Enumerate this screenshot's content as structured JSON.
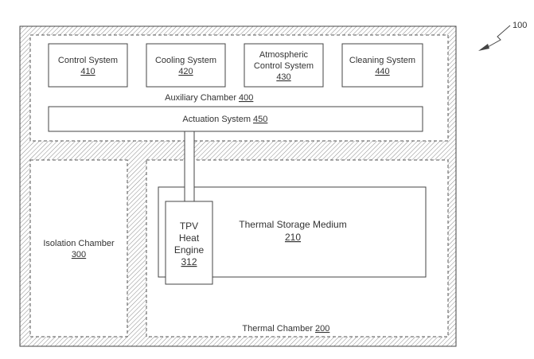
{
  "figure_ref": "100",
  "auxiliary_chamber": {
    "label": "Auxiliary Chamber",
    "ref": "400"
  },
  "control_system": {
    "label": "Control System",
    "ref": "410"
  },
  "cooling_system": {
    "label": "Cooling System",
    "ref": "420"
  },
  "atmospheric_control_system": {
    "line1": "Atmospheric",
    "line2": "Control System",
    "ref": "430"
  },
  "cleaning_system": {
    "label": "Cleaning System",
    "ref": "440"
  },
  "actuation_system": {
    "label": "Actuation System",
    "ref": "450"
  },
  "isolation_chamber": {
    "label": "Isolation Chamber",
    "ref": "300"
  },
  "thermal_chamber": {
    "label": "Thermal Chamber",
    "ref": "200"
  },
  "thermal_storage_medium": {
    "label": "Thermal Storage Medium",
    "ref": "210"
  },
  "tpv_heat_engine": {
    "line1": "TPV",
    "line2": "Heat",
    "line3": "Engine",
    "ref": "312"
  }
}
